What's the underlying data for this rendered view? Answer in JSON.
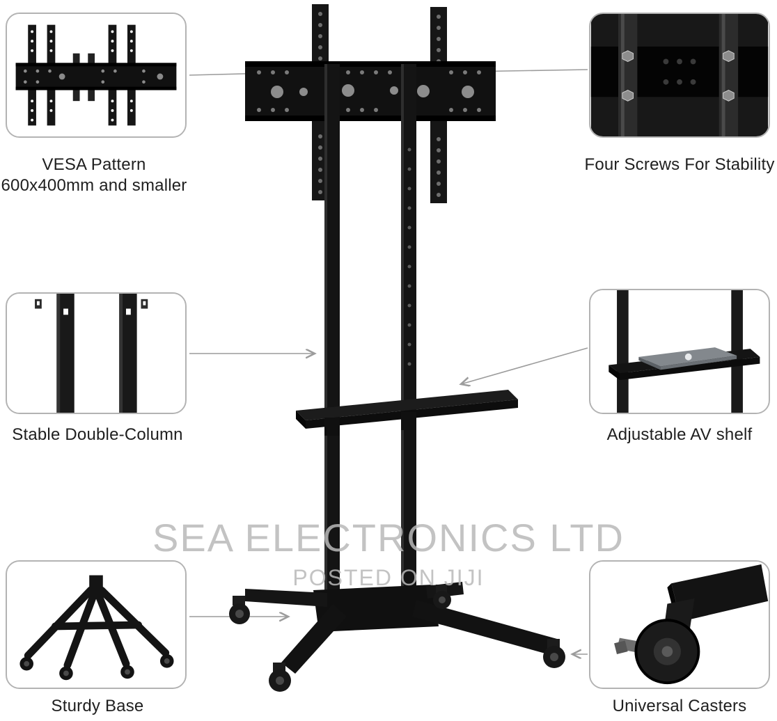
{
  "watermark": {
    "line1": "SEA ELECTRONICS LTD",
    "line2": "POSTED ON JIJI"
  },
  "callouts": {
    "vesa": {
      "title": "VESA Pattern",
      "subtitle": "600x400mm and smaller"
    },
    "screws": {
      "title": "Four Screws For Stability"
    },
    "column": {
      "title": "Stable Double-Column"
    },
    "shelf": {
      "title": "Adjustable AV shelf"
    },
    "base": {
      "title": "Sturdy Base"
    },
    "casters": {
      "title": "Universal Casters"
    }
  },
  "icons": {
    "vesa_thumb": "vesa-bracket-closeup",
    "screws_thumb": "screws-closeup",
    "column_thumb": "double-column-closeup",
    "shelf_thumb": "av-shelf-closeup",
    "base_thumb": "base-closeup",
    "casters_thumb": "caster-closeup"
  },
  "colors": {
    "stand": "#141414",
    "border": "#b3b3b3",
    "connector": "#9c9c9c",
    "label": "#1f1f1f",
    "watermark": "#b9b9b9"
  }
}
